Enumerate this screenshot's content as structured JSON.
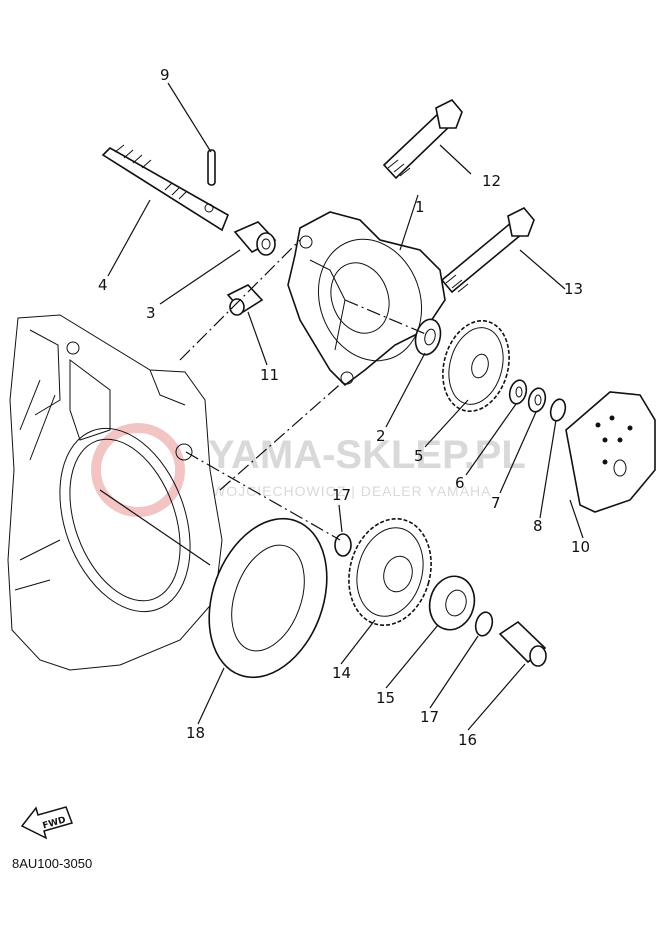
{
  "watermark": {
    "brand": "YAMA-SKLEP.PL",
    "subline": "WOJCIECHOWICZ | DEALER YAMAHA"
  },
  "direction_badge": "FWD",
  "diagram_code": "8AU100-3050",
  "callouts": [
    {
      "id": "c1",
      "label": "1"
    },
    {
      "id": "c2",
      "label": "2"
    },
    {
      "id": "c3",
      "label": "3"
    },
    {
      "id": "c4",
      "label": "4"
    },
    {
      "id": "c5",
      "label": "5"
    },
    {
      "id": "c6",
      "label": "6"
    },
    {
      "id": "c7",
      "label": "7"
    },
    {
      "id": "c8",
      "label": "8"
    },
    {
      "id": "c9",
      "label": "9"
    },
    {
      "id": "c10",
      "label": "10"
    },
    {
      "id": "c11",
      "label": "11"
    },
    {
      "id": "c12",
      "label": "12"
    },
    {
      "id": "c13",
      "label": "13"
    },
    {
      "id": "c14",
      "label": "14"
    },
    {
      "id": "c15",
      "label": "15"
    },
    {
      "id": "c16",
      "label": "16"
    },
    {
      "id": "c17a",
      "label": "17"
    },
    {
      "id": "c17b",
      "label": "17"
    },
    {
      "id": "c18",
      "label": "18"
    }
  ]
}
